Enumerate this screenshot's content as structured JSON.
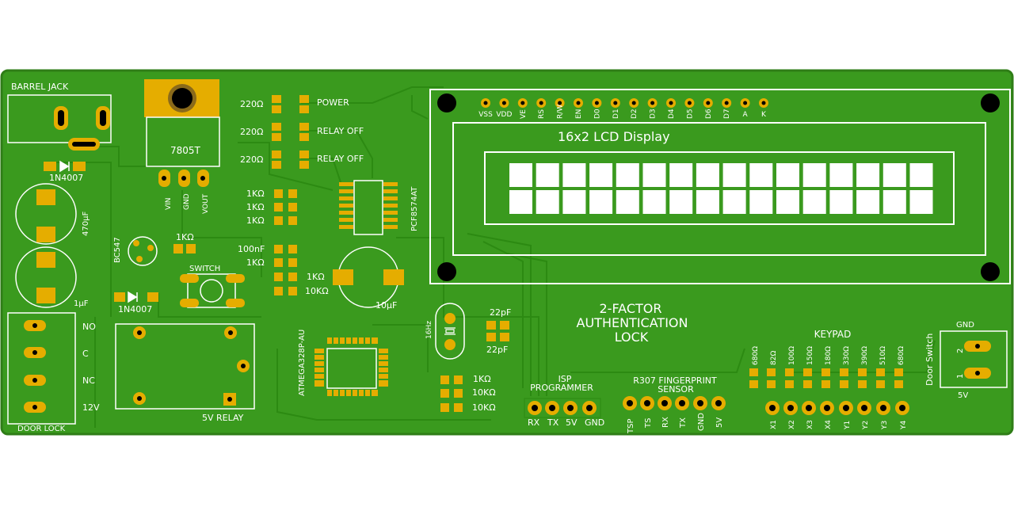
{
  "board": {
    "colors": {
      "pcb": "#3a9a1e",
      "pcb_edge": "#2f7d17",
      "trace": "#2c8a12",
      "pad": "#e5ad00",
      "silk": "#ffffff",
      "hole": "#000000"
    },
    "title_lines": [
      "2-FACTOR",
      "AUTHENTICATION",
      "LOCK"
    ],
    "barrel_jack_label": "BARREL JACK",
    "regulator_label": "7805T",
    "regulator_pins": [
      "VIN",
      "GND",
      "VOUT"
    ],
    "diode1_label": "1N4007",
    "diode2_label": "1N4007",
    "cap_470_label": "470µF",
    "cap_1u_label": "1µF",
    "cap_10u_label": "10µF",
    "transistor_label": "BC547",
    "transistor_res": "1KΩ",
    "switch_label": "SWITCH",
    "led_rows": [
      {
        "res": "220Ω",
        "label": "POWER"
      },
      {
        "res": "220Ω",
        "label": "RELAY OFF"
      },
      {
        "res": "220Ω",
        "label": "RELAY OFF"
      }
    ],
    "res_col": [
      "1KΩ",
      "1KΩ",
      "1KΩ"
    ],
    "res_col2": [
      "100nF",
      "1KΩ",
      "1KΩ",
      "10KΩ"
    ],
    "pcf_label": "PCF8574AT",
    "relay_terminals": [
      "NO",
      "C",
      "NC",
      "12V"
    ],
    "door_lock_label": "DOOR LOCK",
    "relay_label": "5V RELAY",
    "mcu_label": "ATMEGA328P-AU",
    "crystal_label": "16Hz",
    "crystal_caps": [
      "22pF",
      "22pF"
    ],
    "mcu_res": [
      "1KΩ",
      "10KΩ",
      "10KΩ"
    ],
    "isp_title": [
      "ISP",
      "PROGRAMMER"
    ],
    "isp_pins": [
      "RX",
      "TX",
      "5V",
      "GND"
    ],
    "fp_title": [
      "R307 FINGERPRINT",
      "SENSOR"
    ],
    "fp_pins": [
      "TSP",
      "TS",
      "RX",
      "TX",
      "GND",
      "5V"
    ],
    "keypad_title": "KEYPAD",
    "keypad_res": [
      "680Ω",
      "82Ω",
      "100Ω",
      "150Ω",
      "180Ω",
      "330Ω",
      "390Ω",
      "510Ω",
      "680Ω"
    ],
    "keypad_pins": [
      "X1",
      "X2",
      "X3",
      "X4",
      "Y1",
      "Y2",
      "Y3",
      "Y4"
    ],
    "door_switch_label": "Door Switch",
    "door_switch_gnd": "GND",
    "door_switch_5v": "5V",
    "door_switch_pins": [
      "2",
      "1"
    ],
    "lcd_title": "16x2 LCD Display",
    "lcd_pins": [
      "VSS",
      "VDD",
      "VE",
      "RS",
      "R/W",
      "EN",
      "D0",
      "D1",
      "D2",
      "D3",
      "D4",
      "D5",
      "D6",
      "D7",
      "A",
      "K"
    ]
  }
}
